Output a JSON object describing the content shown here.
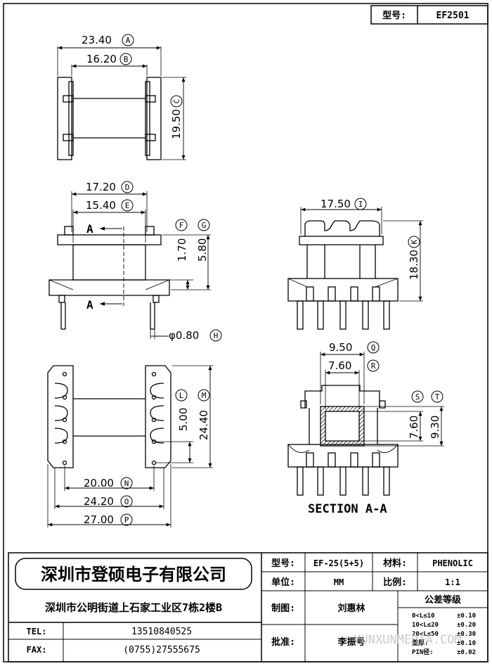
{
  "header": {
    "model_label": "型号:",
    "model_value": "EF2501"
  },
  "dims": {
    "A": "23.40",
    "B": "16.20",
    "C": "19.50",
    "D": "17.20",
    "E": "15.40",
    "F": "1.70",
    "G": "5.80",
    "H": "φ0.80",
    "I": "17.50",
    "K": "18.30",
    "L": "5.00",
    "M": "24.40",
    "N": "20.00",
    "O": "24.20",
    "P": "27.00",
    "Q": "9.50",
    "R": "7.60",
    "S": "7.60",
    "T": "9.30"
  },
  "circle_letters": {
    "A": "A",
    "B": "B",
    "C": "C",
    "D": "D",
    "E": "E",
    "F": "F",
    "G": "G",
    "H": "H",
    "I": "I",
    "K": "K",
    "L": "L",
    "M": "M",
    "N": "N",
    "O": "O",
    "P": "P",
    "Q": "Q",
    "R": "R",
    "S": "S",
    "T": "T"
  },
  "section_marks": {
    "top": "A",
    "bottom": "A"
  },
  "section_caption": "SECTION A-A",
  "title_block": {
    "company_name": "深圳市登硕电子有限公司",
    "address": "深圳市公明街道上石家工业区7栋2楼B",
    "tel_label": "TEL:",
    "tel_value": "13510840525",
    "fax_label": "FAX:",
    "fax_value": "(0755)27555675",
    "model_label": "型号:",
    "model_value": "EF-25(5+5)",
    "material_label": "材料:",
    "material_value": "PHENOLIC",
    "unit_label": "单位:",
    "unit_value": "MM",
    "scale_label": "比例:",
    "scale_value": "1:1",
    "drawn_label": "制图:",
    "drawn_value": "刘惠林",
    "approved_label": "批准:",
    "approved_value": "李振号",
    "tolerance_title": "公差等级",
    "tolerances": [
      {
        "range": "0<L≤10",
        "value": "±0.10"
      },
      {
        "range": "10<L≤20",
        "value": "±0.20"
      },
      {
        "range": "20<L≤50",
        "value": "±0.30"
      },
      {
        "range": "壁厚:",
        "value": "±0.10"
      },
      {
        "range": "PIN径:",
        "value": "±0.02"
      }
    ],
    "watermark": "YUNXUNMEDIA.COM"
  }
}
